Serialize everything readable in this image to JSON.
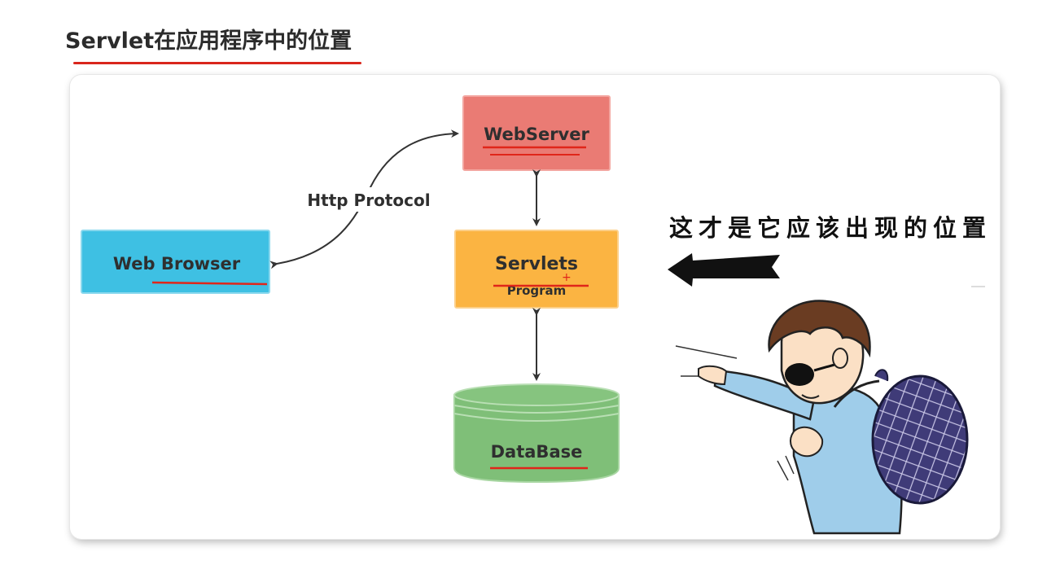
{
  "page": {
    "title": "Servlet在应用程序中的位置"
  },
  "diagram": {
    "nodes": {
      "webserver": {
        "label": "WebServer",
        "color": "#ea7b74"
      },
      "browser": {
        "label": "Web Browser",
        "color": "#3ec0e3"
      },
      "servlets": {
        "label": "Servlets",
        "sublabel": "Program",
        "color": "#fbb442"
      },
      "database": {
        "label": "DataBase",
        "color": "#7fbf78"
      }
    },
    "edges": {
      "http_label": "Http Protocol"
    },
    "annotation_color": "#e0261a"
  },
  "callout": {
    "text": "这才是它应该出现的位置"
  },
  "illustration": {
    "name": "cartoon-man-with-bundle"
  }
}
